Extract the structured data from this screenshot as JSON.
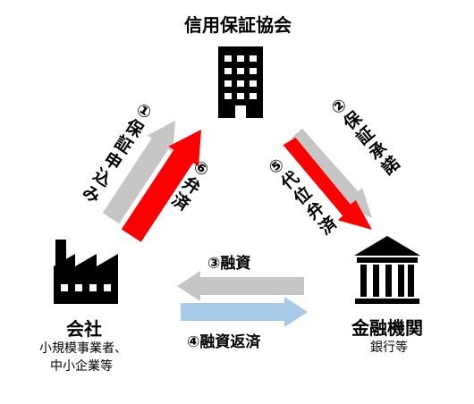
{
  "nodes": {
    "association": {
      "label": "信用保証協会",
      "icon": "building-icon"
    },
    "company": {
      "label": "会社",
      "sublabel_1": "小規模事業者、",
      "sublabel_2": "中小企業等",
      "icon": "factory-icon"
    },
    "bank": {
      "label": "金融機関",
      "sublabel": "銀行等",
      "icon": "bank-icon"
    }
  },
  "flows": [
    {
      "number": "①",
      "label": "保証申込み",
      "color": "#c6c6c6"
    },
    {
      "number": "②",
      "label": "保証承諾",
      "color": "#c6c6c6"
    },
    {
      "number": "③",
      "label": "融資",
      "color": "#c6c6c6"
    },
    {
      "number": "④",
      "label": "融資返済",
      "color": "#a9cbea"
    },
    {
      "number": "⑤",
      "label": "代位弁済",
      "color": "#ff0000"
    },
    {
      "number": "⑥",
      "label": "弁済",
      "color": "#ff0000"
    }
  ]
}
